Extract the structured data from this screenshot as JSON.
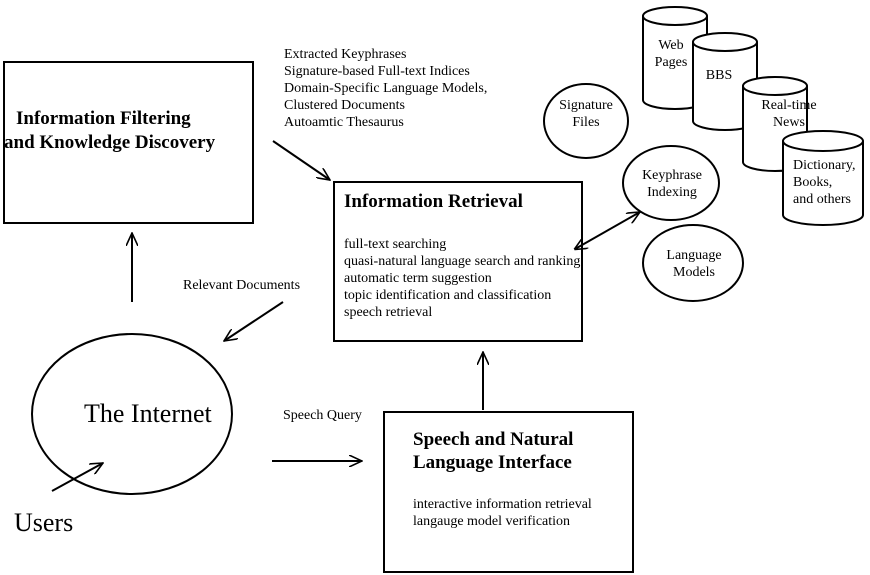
{
  "filter_box": {
    "title_line1": "Information Filtering",
    "title_line2": "and Knowledge Discovery"
  },
  "outputs": [
    "Extracted Keyphrases",
    "Signature-based Full-text Indices",
    "Domain-Specific Language Models,",
    "Clustered Documents",
    "Autoamtic Thesaurus"
  ],
  "retrieval_box": {
    "title": "Information Retrieval",
    "features": [
      "full-text searching",
      "quasi-natural language search and ranking",
      "automatic term suggestion",
      "topic identification and classification",
      "speech retrieval"
    ]
  },
  "speech_box": {
    "title_line1": "Speech and Natural",
    "title_line2": "Language Interface",
    "features": [
      "interactive information retrieval",
      "langauge model verification"
    ]
  },
  "internet": {
    "label": "The Internet"
  },
  "users": {
    "label": "Users"
  },
  "edge_labels": {
    "relevant_documents": "Relevant Documents",
    "speech_query": "Speech Query"
  },
  "indexes": {
    "signature_files": [
      "Signature",
      "Files"
    ],
    "keyphrase_indexing": [
      "Keyphrase",
      "Indexing"
    ],
    "language_models": [
      "Language",
      "Models"
    ]
  },
  "databases": {
    "web_pages": [
      "Web",
      "Pages"
    ],
    "bbs": [
      "BBS"
    ],
    "realtime_news": [
      "Real-time",
      "News"
    ],
    "dictionary": [
      "Dictionary,",
      "Books,",
      "and others"
    ]
  }
}
